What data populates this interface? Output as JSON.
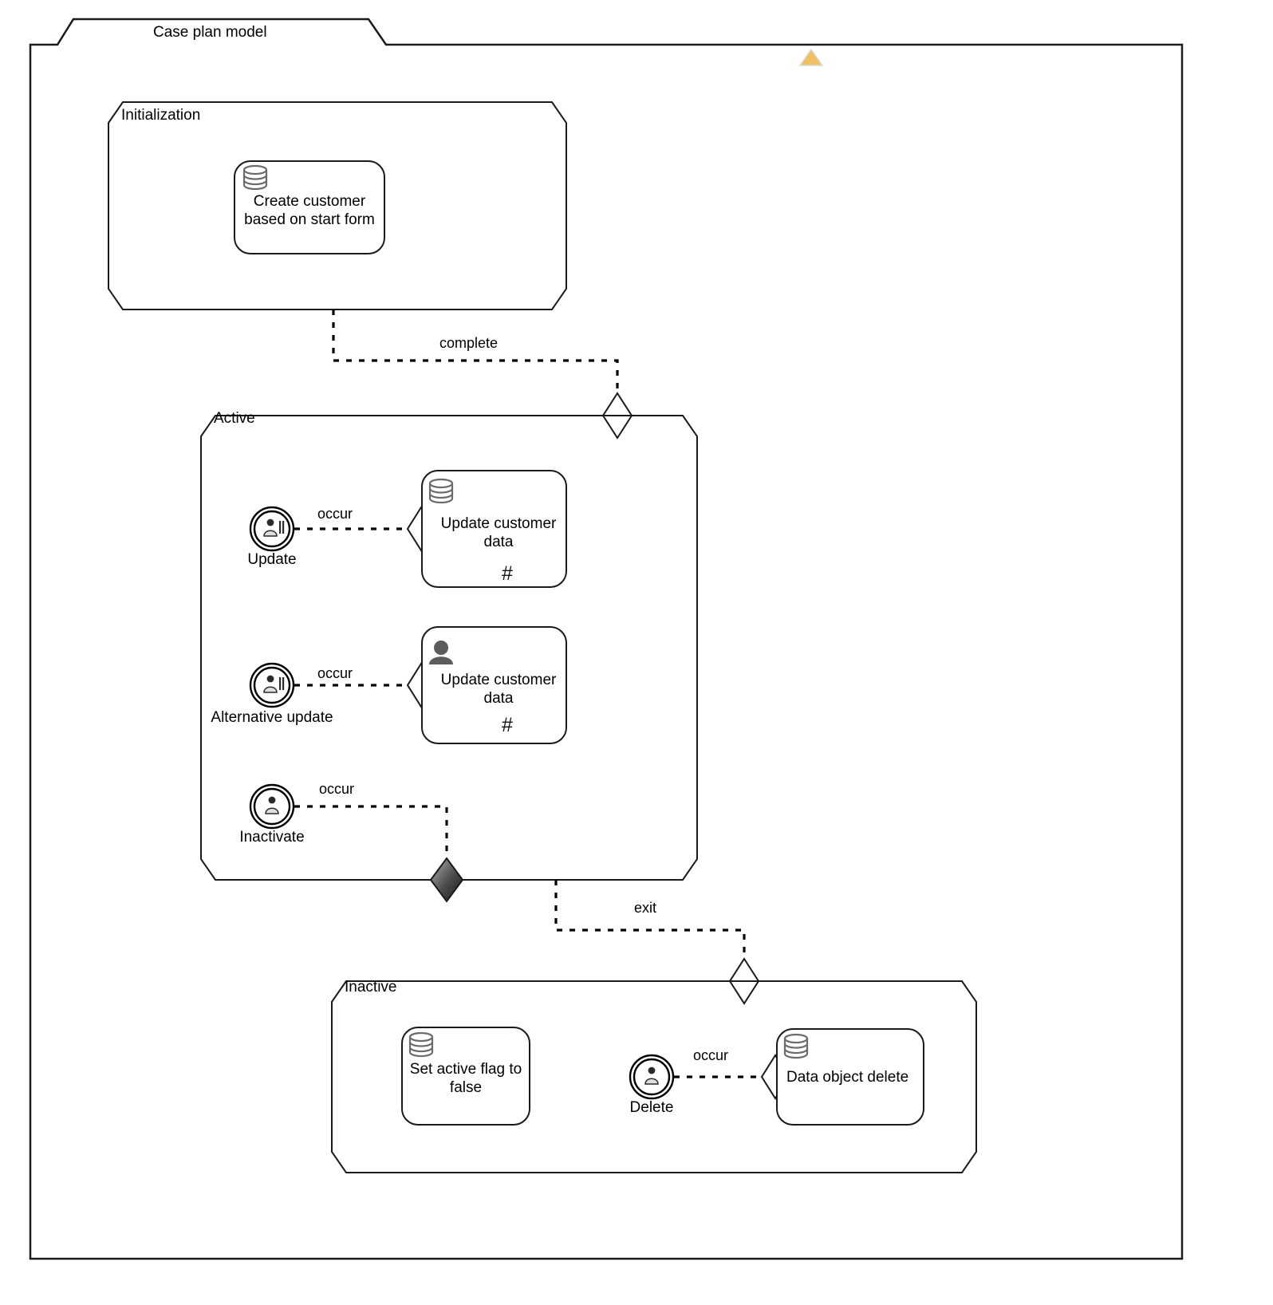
{
  "diagram": {
    "type": "cmmn-case-plan-model",
    "title": "Case plan model",
    "warning_icon": "warning-triangle-icon",
    "warning_color": "#efc060"
  },
  "stages": [
    {
      "id": "initialization",
      "title": "Initialization",
      "tasks": [
        {
          "id": "create-customer",
          "label": "Create customer\nbased on start form",
          "icon": "database-icon",
          "repetition_marker": ""
        }
      ]
    },
    {
      "id": "active",
      "title": "Active",
      "listeners": [
        {
          "id": "update",
          "label": "Update",
          "icon": "user-event-listener-icon"
        },
        {
          "id": "alternative-update",
          "label": "Alternative update",
          "icon": "user-event-listener-icon"
        },
        {
          "id": "inactivate",
          "label": "Inactivate",
          "icon": "timer-event-listener-icon"
        }
      ],
      "tasks": [
        {
          "id": "update-customer-data-1",
          "label": "Update customer\ndata",
          "icon": "database-icon",
          "repetition_marker": "#"
        },
        {
          "id": "update-customer-data-2",
          "label": "Update customer\ndata",
          "icon": "human-task-icon",
          "repetition_marker": "#"
        }
      ]
    },
    {
      "id": "inactive",
      "title": "Inactive",
      "listeners": [
        {
          "id": "delete",
          "label": "Delete",
          "icon": "user-event-listener-icon"
        }
      ],
      "tasks": [
        {
          "id": "set-active-flag",
          "label": "Set active flag to\nfalse",
          "icon": "database-icon",
          "repetition_marker": ""
        },
        {
          "id": "data-object-delete",
          "label": "Data object delete",
          "icon": "database-icon",
          "repetition_marker": ""
        }
      ]
    }
  ],
  "connections": [
    {
      "id": "complete",
      "label": "complete",
      "from": "initialization",
      "to": "active"
    },
    {
      "id": "occur-update",
      "label": "occur",
      "from": "update",
      "to": "update-customer-data-1"
    },
    {
      "id": "occur-alt-update",
      "label": "occur",
      "from": "alternative-update",
      "to": "update-customer-data-2"
    },
    {
      "id": "occur-inactivate",
      "label": "occur",
      "from": "inactivate",
      "to": "active-exit"
    },
    {
      "id": "exit",
      "label": "exit",
      "from": "active",
      "to": "inactive"
    },
    {
      "id": "occur-delete",
      "label": "occur",
      "from": "delete",
      "to": "data-object-delete"
    }
  ],
  "sentries": [
    {
      "id": "active-entry",
      "kind": "entry-criterion",
      "style": "hollow-diamond"
    },
    {
      "id": "update-task-entry",
      "kind": "entry-criterion",
      "style": "hollow-diamond"
    },
    {
      "id": "alt-update-task-entry",
      "kind": "entry-criterion",
      "style": "hollow-diamond"
    },
    {
      "id": "active-exit",
      "kind": "exit-criterion",
      "style": "filled-diamond"
    },
    {
      "id": "inactive-entry",
      "kind": "entry-criterion",
      "style": "hollow-diamond"
    },
    {
      "id": "delete-task-entry",
      "kind": "entry-criterion",
      "style": "hollow-diamond"
    }
  ]
}
